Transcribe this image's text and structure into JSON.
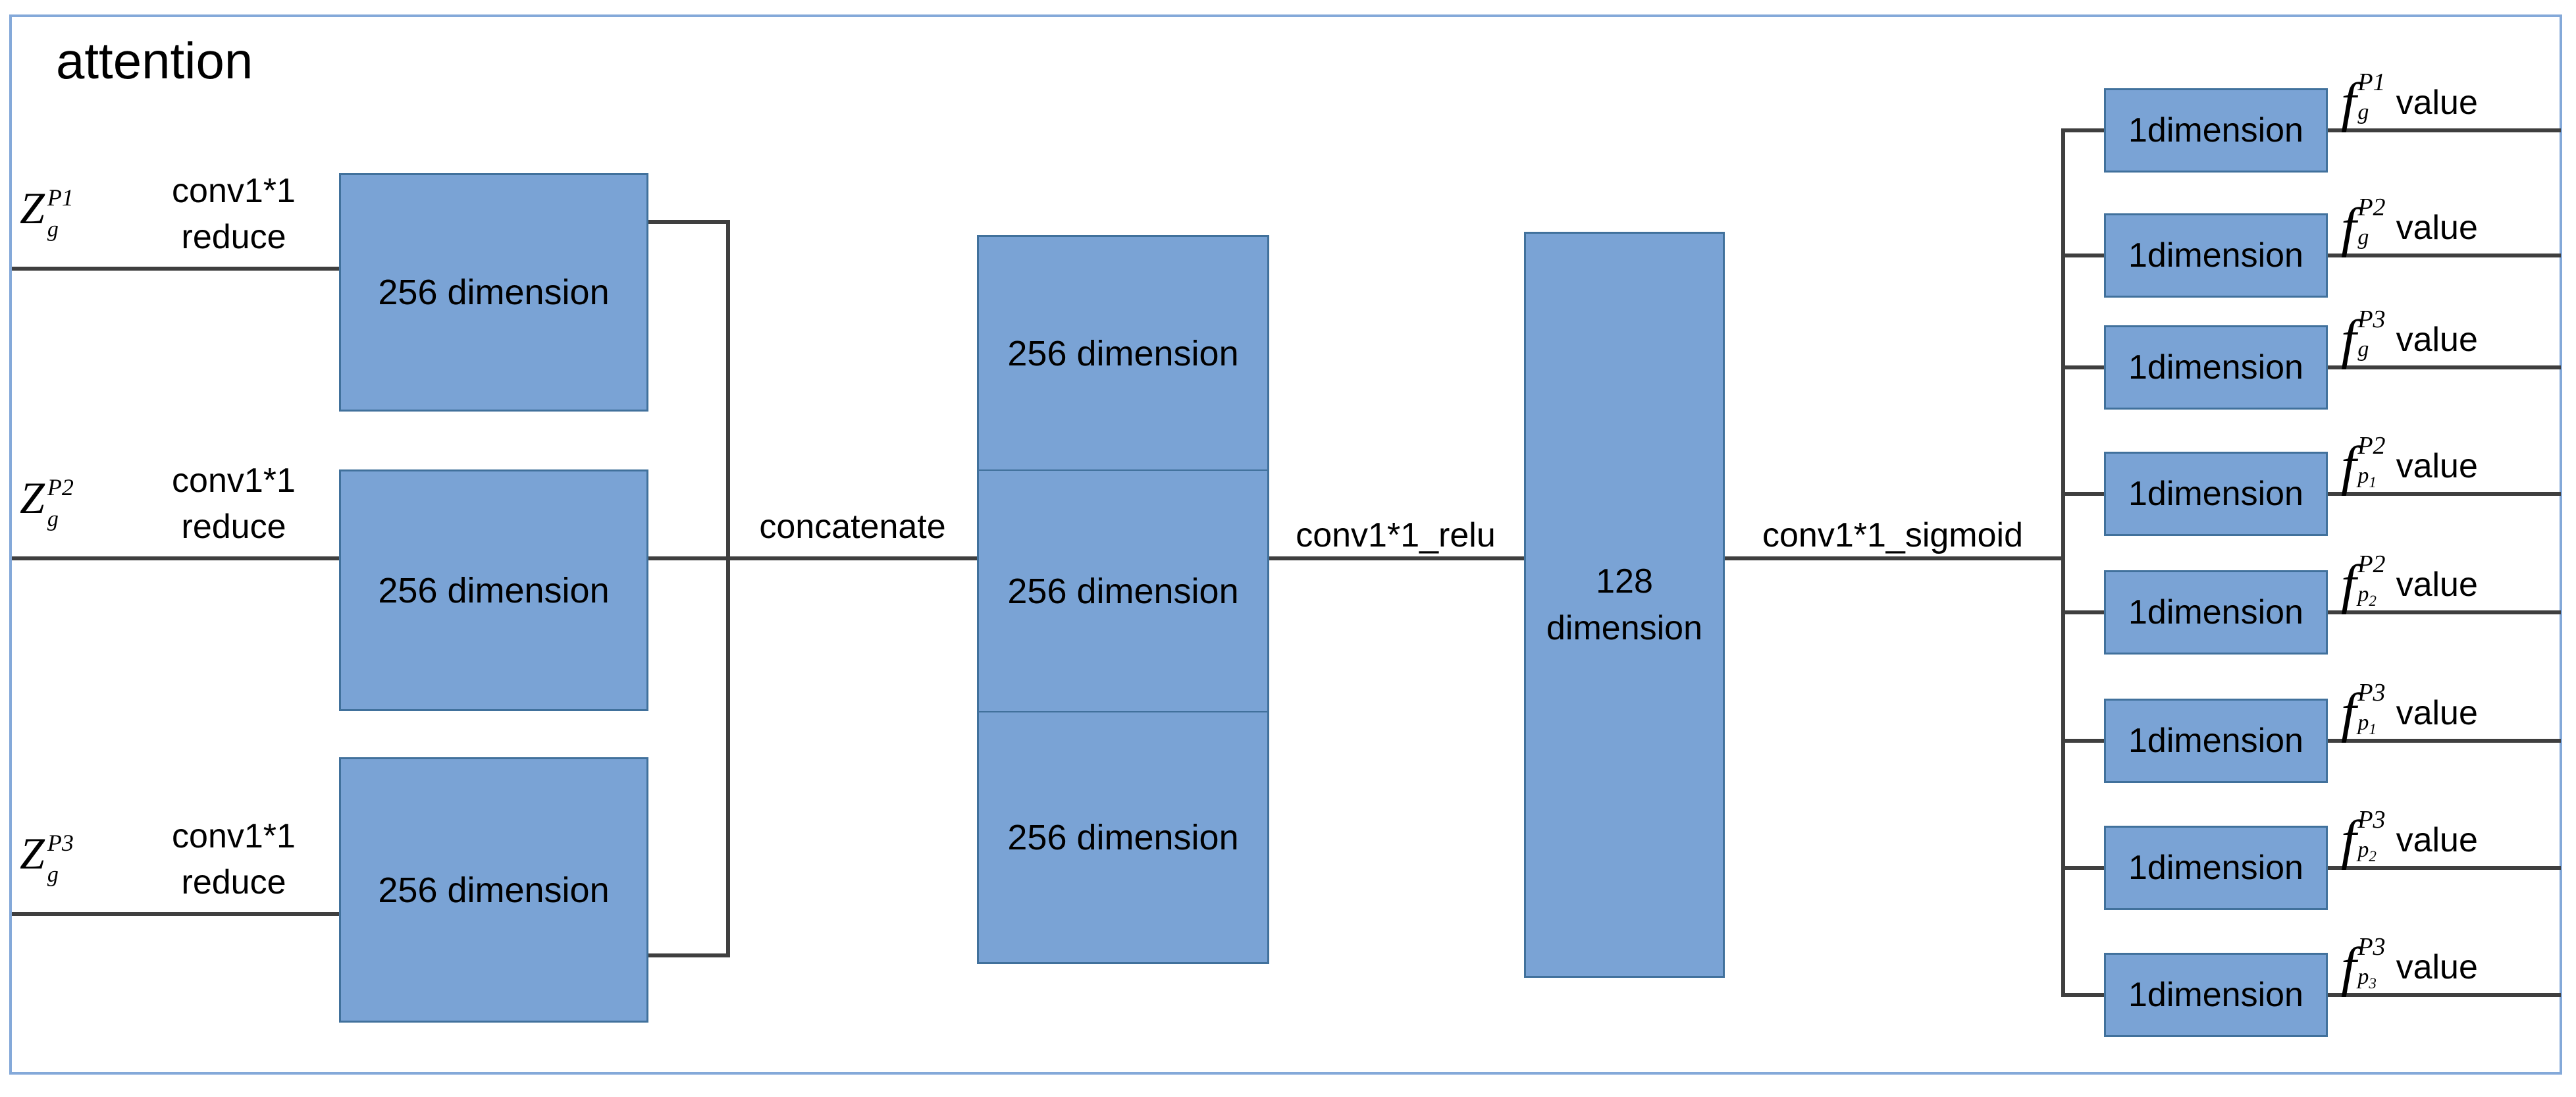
{
  "colors": {
    "box_fill": "#7aa3d5",
    "box_border": "#41719c",
    "frame_border": "#84a9d9",
    "line": "#3f3f3f",
    "text": "#000000"
  },
  "title": "attention",
  "inputs": [
    {
      "z_base": "Z",
      "z_sup": "P1",
      "z_sub": "g",
      "op_line1": "conv1*1",
      "op_line2": "reduce",
      "box_label": "256 dimension"
    },
    {
      "z_base": "Z",
      "z_sup": "P2",
      "z_sub": "g",
      "op_line1": "conv1*1",
      "op_line2": "reduce",
      "box_label": "256 dimension"
    },
    {
      "z_base": "Z",
      "z_sup": "P3",
      "z_sub": "g",
      "op_line1": "conv1*1",
      "op_line2": "reduce",
      "box_label": "256 dimension"
    }
  ],
  "concatenate_label": "concatenate",
  "concat_box_sections": [
    "256 dimension",
    "256 dimension",
    "256 dimension"
  ],
  "relu_label": "conv1*1_relu",
  "bottleneck_box": {
    "line1": "128",
    "line2": "dimension"
  },
  "sigmoid_label": "conv1*1_sigmoid",
  "outputs": [
    {
      "box_label": "1dimension",
      "f_base": "f",
      "f_sup": "P1",
      "f_sub": "g",
      "f_subsub": "",
      "value_label": "value"
    },
    {
      "box_label": "1dimension",
      "f_base": "f",
      "f_sup": "P2",
      "f_sub": "g",
      "f_subsub": "",
      "value_label": "value"
    },
    {
      "box_label": "1dimension",
      "f_base": "f",
      "f_sup": "P3",
      "f_sub": "g",
      "f_subsub": "",
      "value_label": "value"
    },
    {
      "box_label": "1dimension",
      "f_base": "f",
      "f_sup": "P2",
      "f_sub": "p",
      "f_subsub": "1",
      "value_label": "value"
    },
    {
      "box_label": "1dimension",
      "f_base": "f",
      "f_sup": "P2",
      "f_sub": "p",
      "f_subsub": "2",
      "value_label": "value"
    },
    {
      "box_label": "1dimension",
      "f_base": "f",
      "f_sup": "P3",
      "f_sub": "p",
      "f_subsub": "1",
      "value_label": "value"
    },
    {
      "box_label": "1dimension",
      "f_base": "f",
      "f_sup": "P3",
      "f_sub": "p",
      "f_subsub": "2",
      "value_label": "value"
    },
    {
      "box_label": "1dimension",
      "f_base": "f",
      "f_sup": "P3",
      "f_sub": "p",
      "f_subsub": "3",
      "value_label": "value"
    }
  ]
}
